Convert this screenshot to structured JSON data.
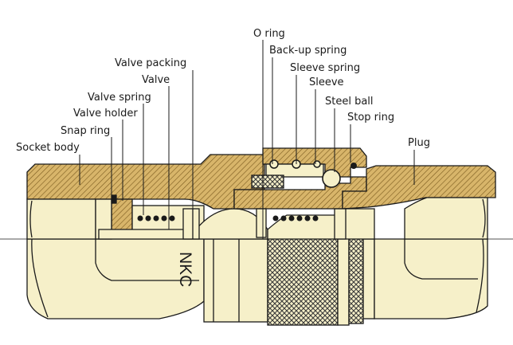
{
  "diagram": {
    "brand_text": "NKC",
    "labels": [
      {
        "id": "o-ring",
        "text": "O ring"
      },
      {
        "id": "back-up-spring",
        "text": "Back-up spring"
      },
      {
        "id": "valve-packing",
        "text": "Valve packing"
      },
      {
        "id": "sleeve-spring",
        "text": "Sleeve spring"
      },
      {
        "id": "valve",
        "text": "Valve"
      },
      {
        "id": "sleeve",
        "text": "Sleeve"
      },
      {
        "id": "valve-spring",
        "text": "Valve spring"
      },
      {
        "id": "steel-ball",
        "text": "Steel ball"
      },
      {
        "id": "valve-holder",
        "text": "Valve holder"
      },
      {
        "id": "stop-ring",
        "text": "Stop ring"
      },
      {
        "id": "snap-ring",
        "text": "Snap ring"
      },
      {
        "id": "plug",
        "text": "Plug"
      },
      {
        "id": "socket-body",
        "text": "Socket body"
      }
    ],
    "colors": {
      "cream": "#f6f0c9",
      "brass": "#d8b56a",
      "hatch": "#7a5a1e",
      "outline": "#1a1a1a",
      "knurl": "#3a3a3a"
    }
  }
}
